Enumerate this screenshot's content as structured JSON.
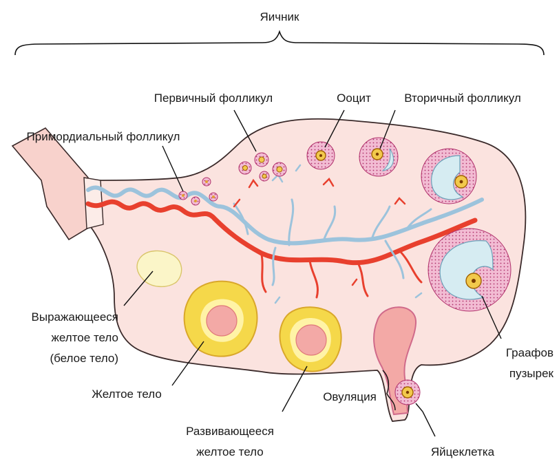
{
  "labels": {
    "ovary": "Яичник",
    "primary_follicle": "Первичный фолликул",
    "oocyte": "Ооцит",
    "secondary_follicle": "Вторичный фолликул",
    "primordial_follicle": "Примордиальный фолликул",
    "degenerating_cl_line1": "Выражающееся",
    "degenerating_cl_line2": "желтое тело",
    "degenerating_cl_line3": "(белое тело)",
    "corpus_luteum": "Желтое тело",
    "developing_cl_line1": "Развивающееся",
    "developing_cl_line2": "желтое тело",
    "graafian_line1": "Граафов",
    "graafian_line2": "пузырек",
    "ovulation": "Овуляция",
    "egg_cell": "Яйцеклетка"
  },
  "colors": {
    "ovary_fill": "#fbe3df",
    "ovary_outline": "#3a2a2a",
    "artery": "#e8402e",
    "vein": "#9cc3dc",
    "follicle_ring": "#e7a2c0",
    "corpus_luteum": "#f7de5a",
    "corpus_albicans": "#fbf5c8",
    "antrum": "#d6ecf2"
  }
}
